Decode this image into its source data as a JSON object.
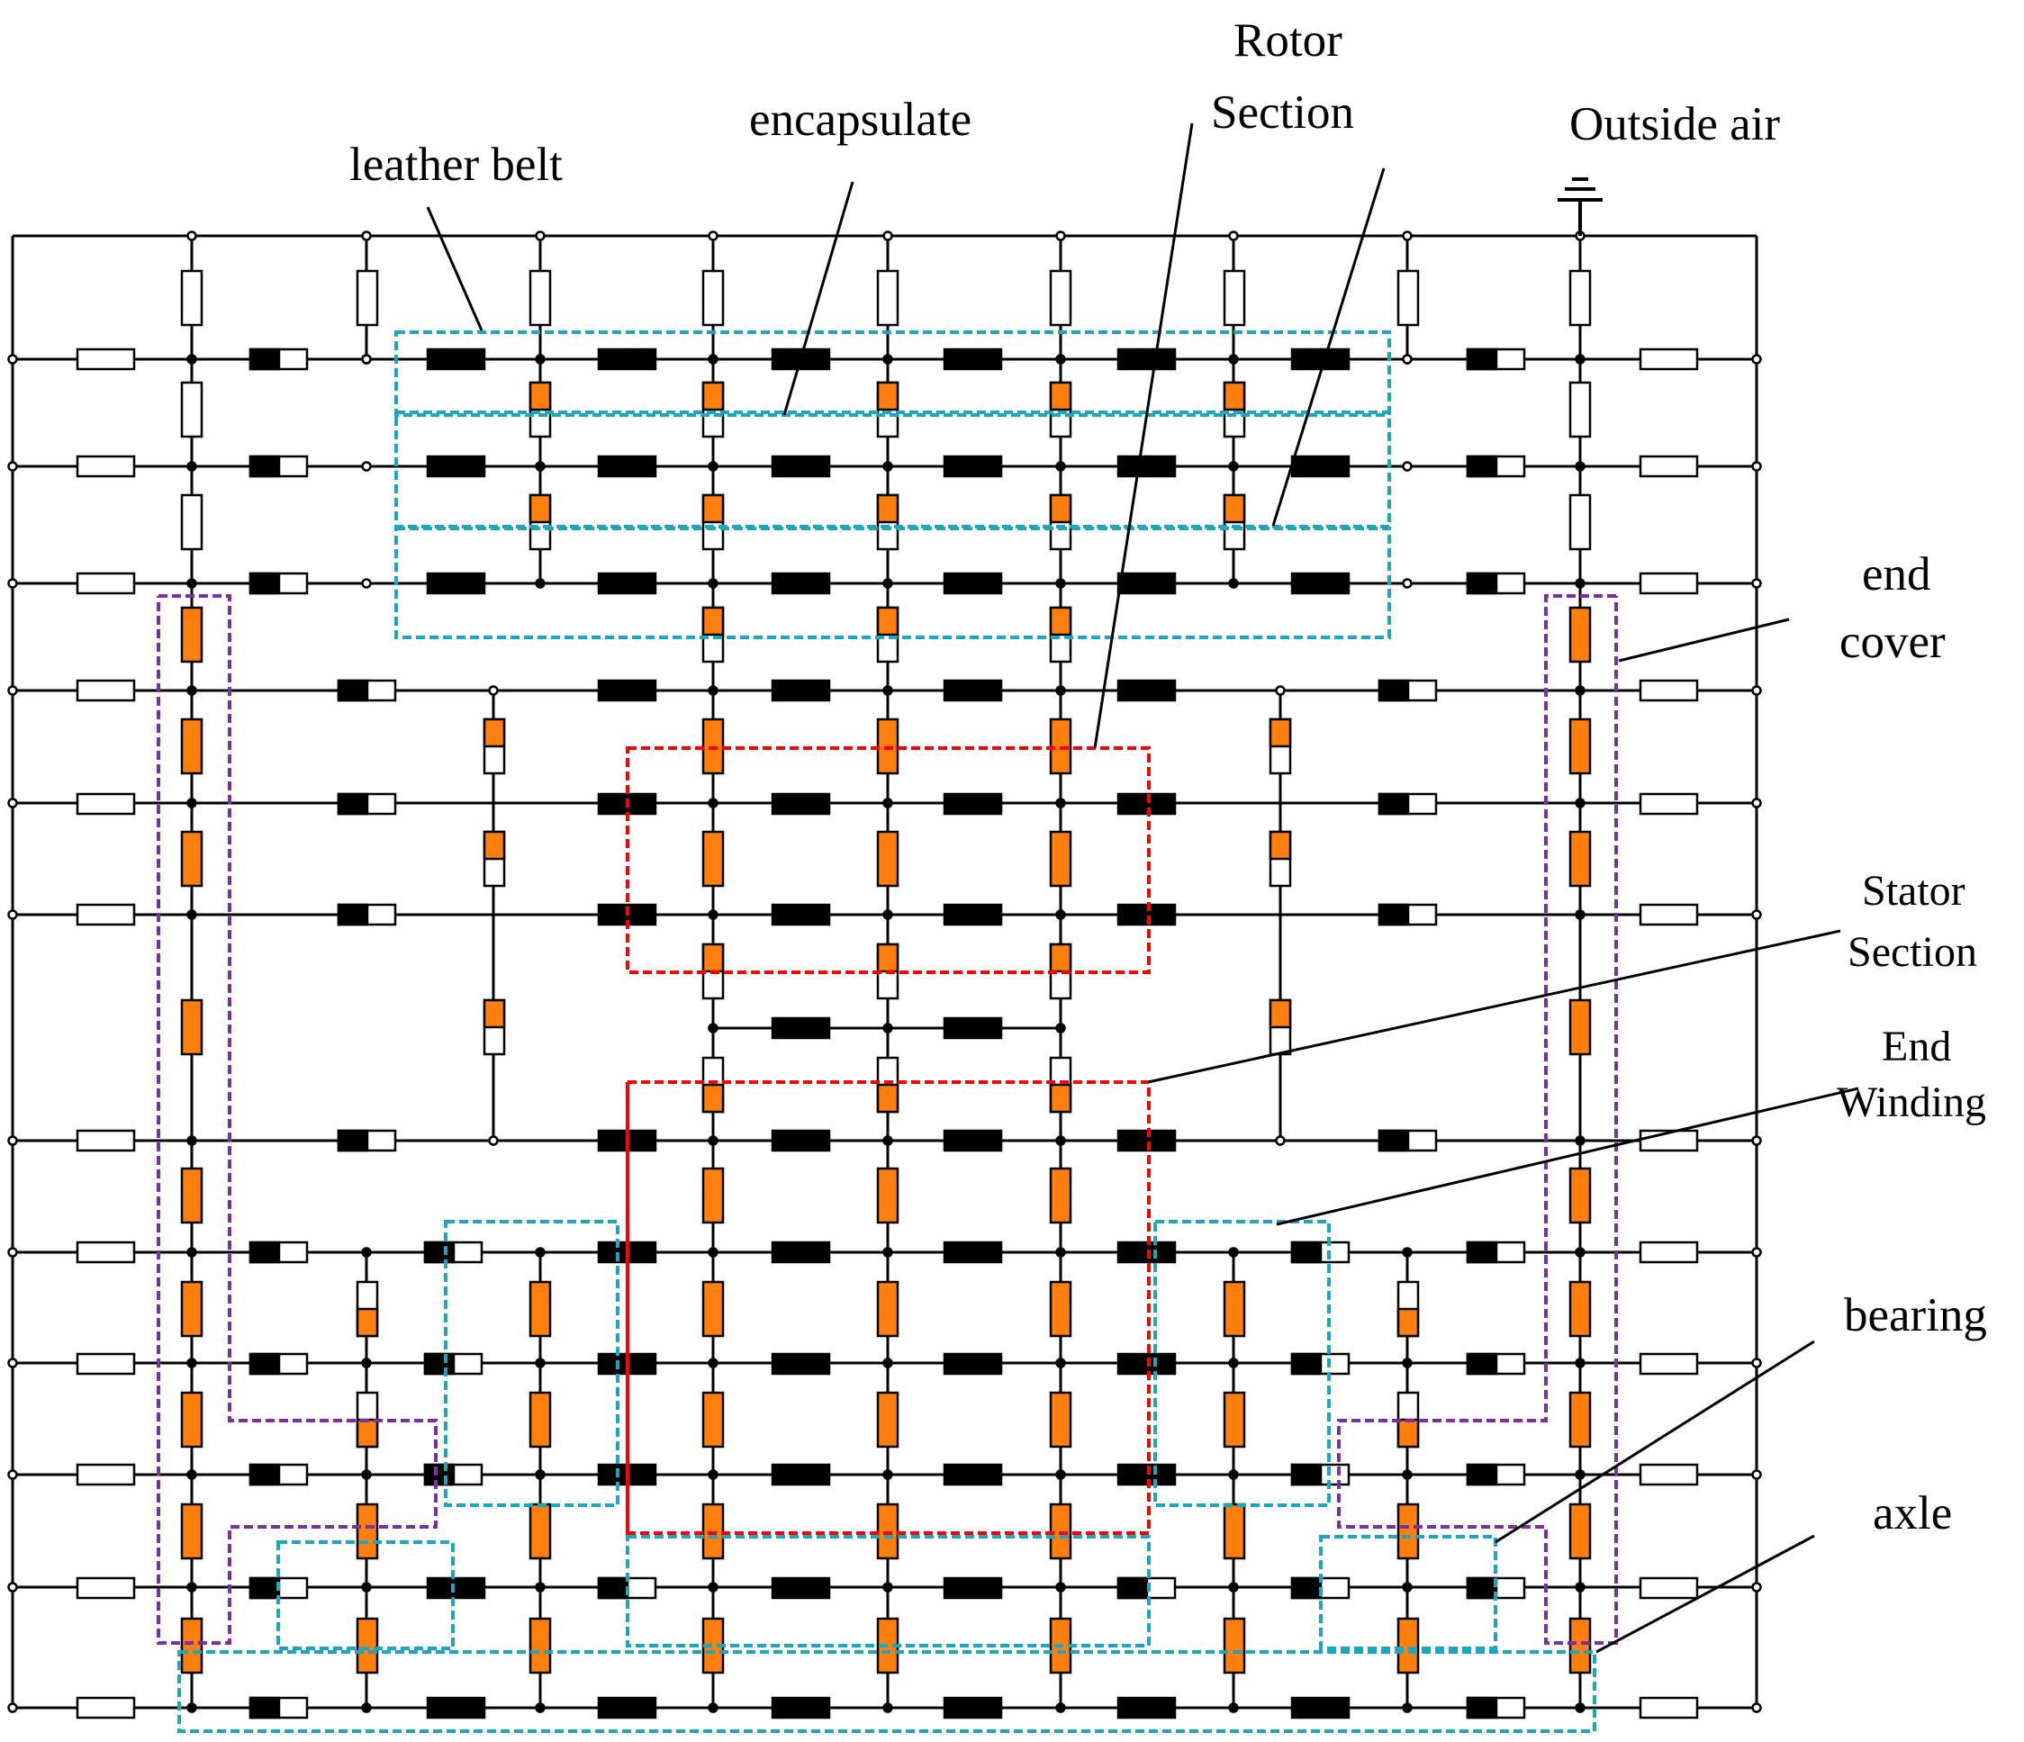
{
  "labels": {
    "leather_belt": "leather belt",
    "encapsulate": "encapsulate",
    "rotor_section": [
      "Rotor",
      "Section"
    ],
    "outside_air": "Outside air",
    "end_cover": [
      "end",
      "cover"
    ],
    "stator_section": [
      "Stator",
      "Section"
    ],
    "end_winding": [
      "End",
      "Winding"
    ],
    "bearing": "bearing",
    "axle": "axle"
  },
  "colors": {
    "wire": "#000000",
    "conductance_fill": "#ff7f0e",
    "thermal_capacity_fill": "#000000",
    "resistor_outline": "#000000",
    "region_rotor_stator": "#ff0000",
    "region_belt_encapsulate_winding_bearing_axle": "#1ba7c4",
    "region_end_cover": "#7b2fa0"
  },
  "icons": {
    "ground": "ground-symbol-icon"
  }
}
